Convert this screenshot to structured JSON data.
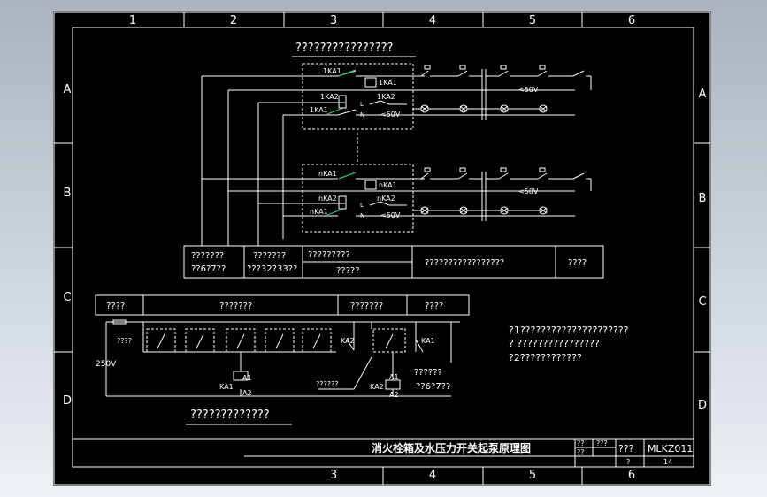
{
  "frame": {
    "columns": [
      "1",
      "2",
      "3",
      "4",
      "5",
      "6"
    ],
    "rows": [
      "A",
      "B",
      "C",
      "D"
    ],
    "bottom_columns": [
      "3",
      "4",
      "5",
      "6"
    ]
  },
  "top_title": "????????????????",
  "relay_group_1": {
    "coil_1ka1_a": "1KA1",
    "coil_1ka1_b": "1KA1",
    "coil_1ka2": "1KA2",
    "contact_1ka2": "1KA2",
    "coil_1ka1_c": "1KA1",
    "terminal_l": "L",
    "terminal_n": "N",
    "voltage": "<50V"
  },
  "relay_group_n": {
    "coil_nka1_a": "nKA1",
    "coil_nka1_b": "nKA1",
    "coil_nka2": "nKA2",
    "contact_nka2": "nKA2",
    "coil_nka1_c": "nKA1",
    "terminal_l": "L",
    "terminal_n": "N",
    "voltage": "<50V"
  },
  "right_voltage_1": "<50V",
  "right_voltage_2": "<50V",
  "table1": {
    "c1_top": "???????",
    "c1_bottom": "??6?7??",
    "c2_top": "???????",
    "c2_bottom": "???32?33??",
    "c3_top": "?????????",
    "c3_bottom": "?????",
    "c4": "?????????????????",
    "c5": "????"
  },
  "table2": {
    "c1": "????",
    "c2": "???????",
    "c3": "???????",
    "c4": "????"
  },
  "lower": {
    "left_label": "????",
    "voltage": "250V",
    "ka2_label": "KA2",
    "ka1_label": "KA1",
    "ka1_coil": "KA1",
    "ka2_coil": "KA2",
    "a1": "A1",
    "a2": "A2",
    "a1b": "A1",
    "a2b": "A2",
    "mid_label": "??????",
    "right_top": "??????",
    "right_bottom": "??6?7??",
    "bottom_title": "?????????????"
  },
  "notes": [
    "?1?????????????????????",
    "?    ????????????????",
    "?2????????????"
  ],
  "title_block": {
    "main_title": "消火栓箱及水压力开关起泵原理图",
    "cell_a": "??",
    "cell_b": "??",
    "cell_c": "???",
    "cell_d": "???",
    "drawing_no": "MLKZ011",
    "cell_e": "?",
    "sheet_no": "14"
  }
}
